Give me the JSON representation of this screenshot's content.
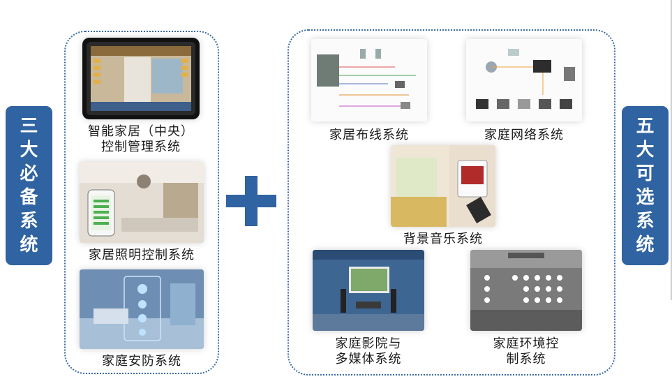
{
  "left_tab": {
    "chars": [
      "三",
      "大",
      "必",
      "备",
      "系",
      "统"
    ]
  },
  "right_tab": {
    "chars": [
      "五",
      "大",
      "可",
      "选",
      "系",
      "统"
    ]
  },
  "required_systems": [
    {
      "line1": "智能家居（中央）",
      "line2": "控制管理系统"
    },
    {
      "line1": "家居照明控制系统"
    },
    {
      "line1": "家庭安防系统"
    }
  ],
  "optional_systems": [
    {
      "line1": "家居布线系统"
    },
    {
      "line1": "家庭网络系统"
    },
    {
      "line1": "背景音乐系统"
    },
    {
      "line1": "家庭影院与",
      "line2": "多媒体系统"
    },
    {
      "line1": "家庭环境控",
      "line2": "制系统"
    }
  ],
  "colors": {
    "accent": "#2f63a1",
    "border": "#3a6ba5"
  }
}
